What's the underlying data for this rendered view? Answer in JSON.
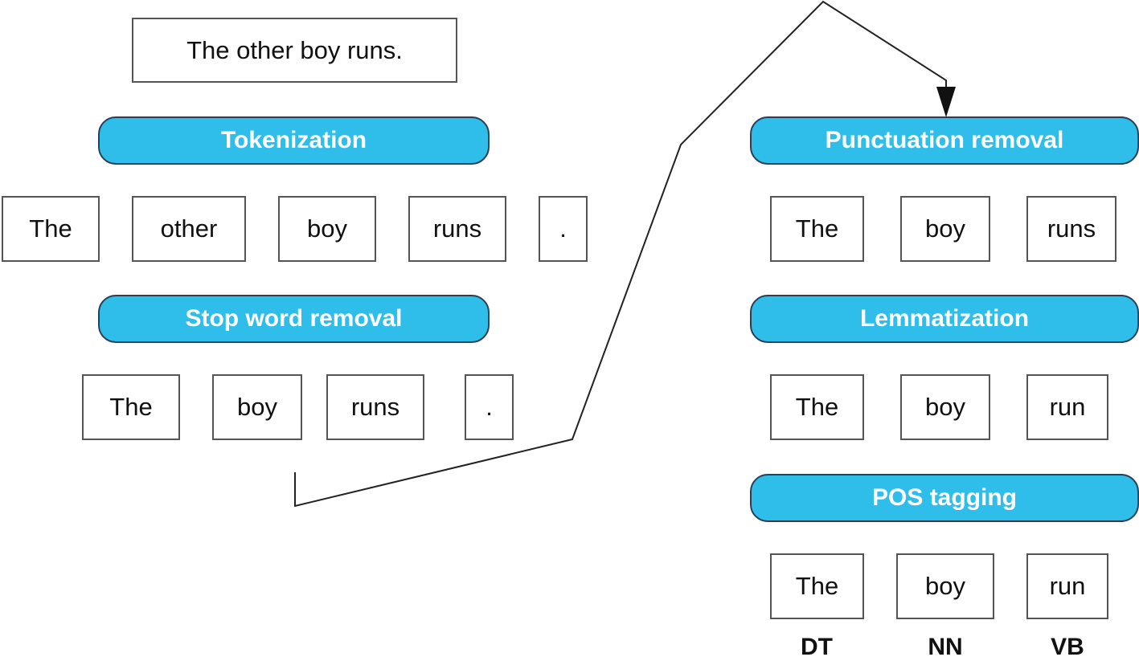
{
  "colors": {
    "stage_fill": "#2fbdea",
    "box_border": "#555555",
    "line": "#222222"
  },
  "input": {
    "sentence": "The other boy runs."
  },
  "steps": {
    "tokenization": {
      "label": "Tokenization",
      "tokens": [
        "The",
        "other",
        "boy",
        "runs",
        "."
      ]
    },
    "stop_word_removal": {
      "label": "Stop word removal",
      "tokens": [
        "The",
        "boy",
        "runs",
        "."
      ]
    },
    "punctuation_removal": {
      "label": "Punctuation removal",
      "tokens": [
        "The",
        "boy",
        "runs"
      ]
    },
    "lemmatization": {
      "label": "Lemmatization",
      "tokens": [
        "The",
        "boy",
        "run"
      ]
    },
    "pos_tagging": {
      "label": "POS tagging",
      "tokens": [
        "The",
        "boy",
        "run"
      ],
      "tags": [
        "DT",
        "NN",
        "VB"
      ]
    }
  }
}
